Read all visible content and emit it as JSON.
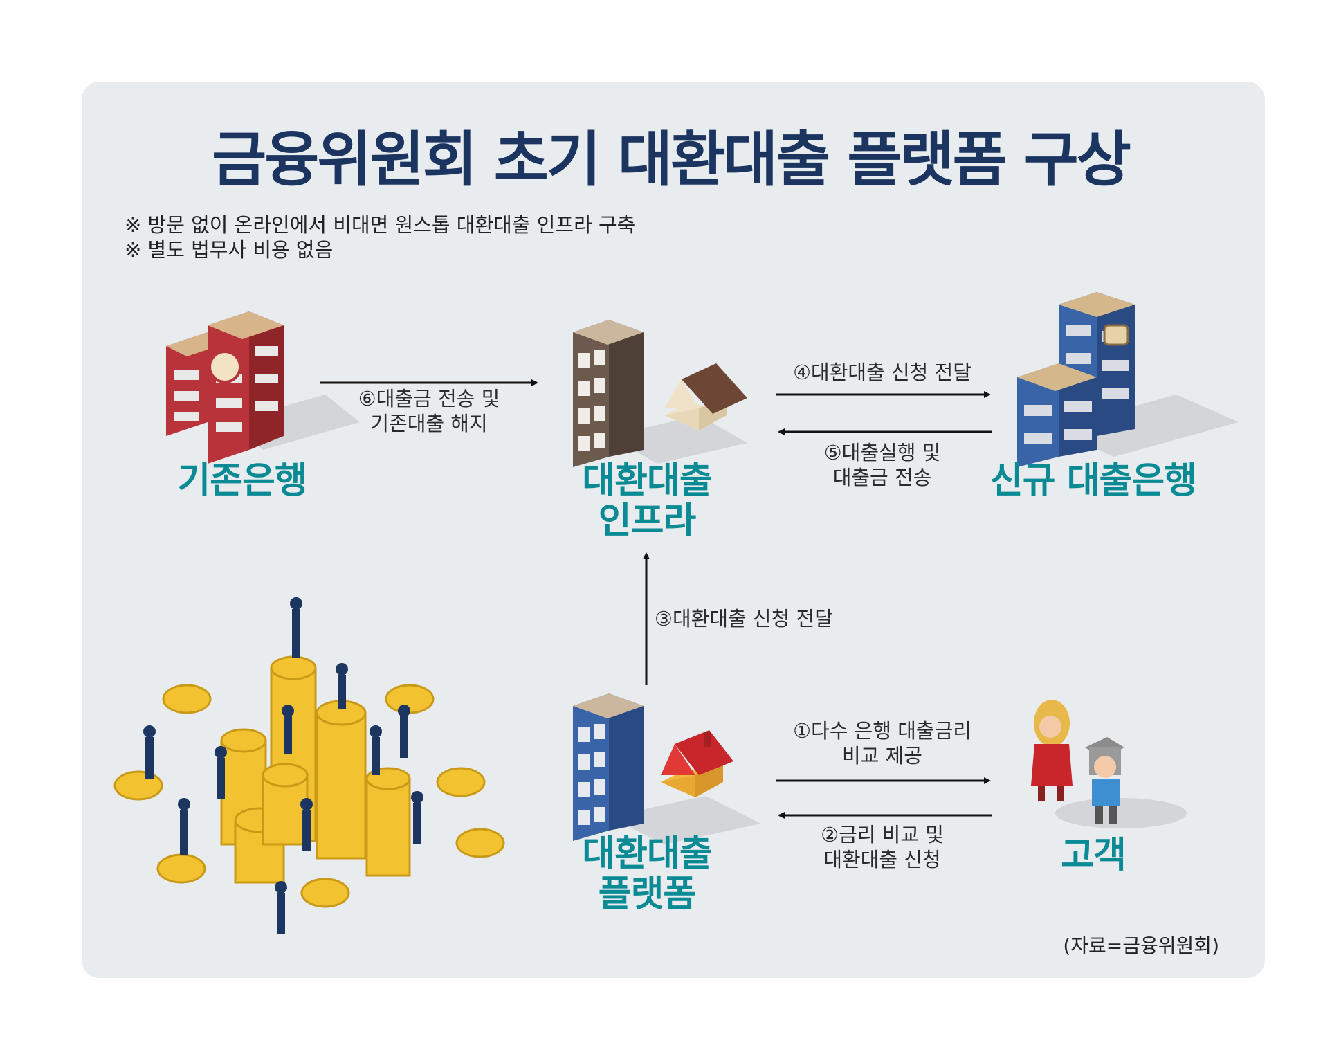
{
  "title": "금융위원회 초기 대환대출 플랫폼 구상",
  "notes": [
    "※ 방문 없이 온라인에서 비대면 원스톱 대환대출 인프라 구축",
    "※ 별도 법무사 비용 없음"
  ],
  "nodes": {
    "existing_bank": "기존은행",
    "infra_line1": "대환대출",
    "infra_line2": "인프라",
    "new_bank": "신규 대출은행",
    "platform_line1": "대환대출",
    "platform_line2": "플랫폼",
    "customer": "고객"
  },
  "steps": {
    "s1_line1": "①다수 은행 대출금리",
    "s1_line2": "비교 제공",
    "s2_line1": "②금리 비교 및",
    "s2_line2": "대환대출 신청",
    "s3": "③대환대출 신청 전달",
    "s4": "④대환대출 신청 전달",
    "s5_line1": "⑤대출실행 및",
    "s5_line2": "대출금 전송",
    "s6_line1": "⑥대출금 전송 및",
    "s6_line2": "기존대출 해지"
  },
  "source": "(자료=금융위원회)",
  "colors": {
    "title": "#1b3560",
    "label": "#0a8a94",
    "panel": "#e9ecef",
    "existing_bank": "#b8333a",
    "new_bank": "#3a64a8",
    "coin": "#f2c230"
  },
  "icons": [
    "red-bank-building-icon",
    "brown-building-icon",
    "house-icon",
    "blue-bank-building-icon",
    "red-house-icon",
    "customer-couple-icon",
    "coin-stacks-illustration"
  ]
}
